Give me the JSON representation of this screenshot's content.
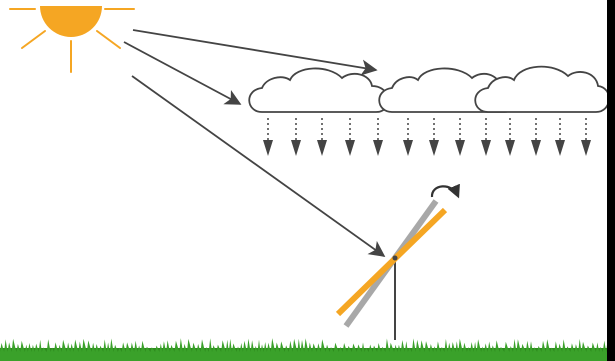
{
  "diagram": {
    "elements": [
      "sun-icon",
      "sunlight-arrows",
      "clouds-icon",
      "rain-arrows",
      "solar-panel-tilted",
      "rotate-arrow-icon",
      "grass-ground"
    ],
    "colors": {
      "sun": "#f5a623",
      "panel_active": "#f5a623",
      "panel_previous": "#a8a8a8",
      "arrows": "#444444",
      "cloud_outline": "#444444",
      "grass": "#2e8b1e",
      "background": "#ffffff",
      "frame": "#000000"
    }
  }
}
